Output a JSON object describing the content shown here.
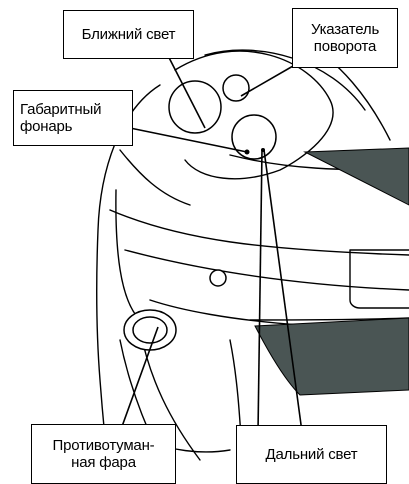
{
  "labels": {
    "low_beam": "Ближний свет",
    "turn_signal": "Указатель\nповорота",
    "side_marker": "Габаритный\nфонарь",
    "fog_light": "Противотуман-\nная фара",
    "high_beam": "Дальний свет"
  },
  "colors": {
    "line": "#000000",
    "dark_fill": "#4a5554",
    "background": "#ffffff"
  }
}
